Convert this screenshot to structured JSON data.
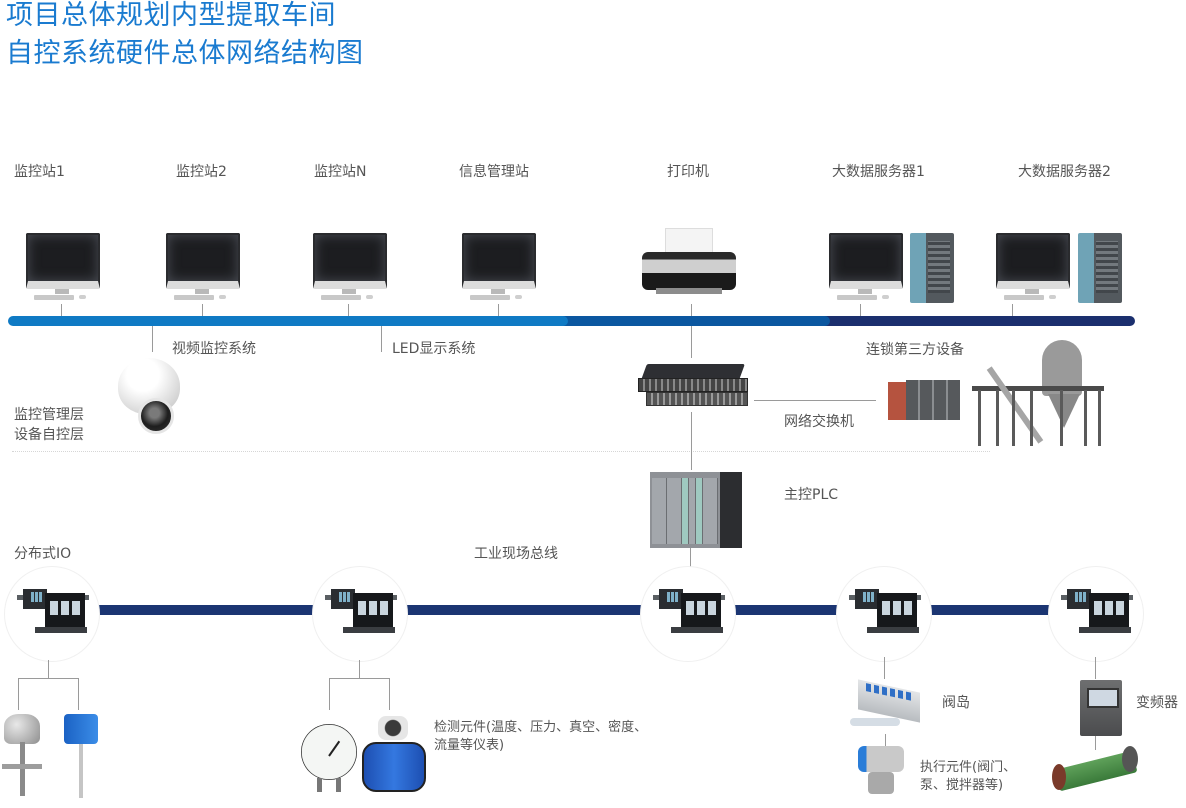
{
  "title": {
    "line1": "项目总体规划内型提取车间",
    "line2": "自控系统硬件总体网络结构图"
  },
  "colors": {
    "title": "#1a7bd0",
    "bus_light": "#0f7ac4",
    "bus_mid": "#0b57a0",
    "bus_dark": "#1b2f6e",
    "field_bus": "#1b3572"
  },
  "management_layer": {
    "stations": [
      {
        "label": "监控站1",
        "icon": "desktop-computer-icon"
      },
      {
        "label": "监控站2",
        "icon": "desktop-computer-icon"
      },
      {
        "label": "监控站N",
        "icon": "desktop-computer-icon"
      },
      {
        "label": "信息管理站",
        "icon": "desktop-computer-icon"
      },
      {
        "label": "打印机",
        "icon": "printer-icon"
      },
      {
        "label": "大数据服务器1",
        "icon": "server-icon"
      },
      {
        "label": "大数据服务器2",
        "icon": "server-icon"
      }
    ],
    "video_system": "视频监控系统",
    "led_system": "LED显示系统",
    "network_switch": "网络交换机",
    "third_party": "连锁第三方设备",
    "main_plc": "主控PLC"
  },
  "layers": {
    "upper": "监控管理层",
    "lower": "设备自控层"
  },
  "field_layer": {
    "distributed_io": "分布式IO",
    "field_bus": "工业现场总线",
    "io_nodes": 5,
    "sensors": "检测元件(温度、压力、真空、密度、流量等仪表)",
    "sensors_line1": "检测元件(温度、压力、真空、密度、",
    "sensors_line2": "流量等仪表)",
    "valve_island": "阀岛",
    "actuators_line1": "执行元件(阀门、",
    "actuators_line2": "泵、搅拌器等)",
    "vfd": "变频器"
  }
}
